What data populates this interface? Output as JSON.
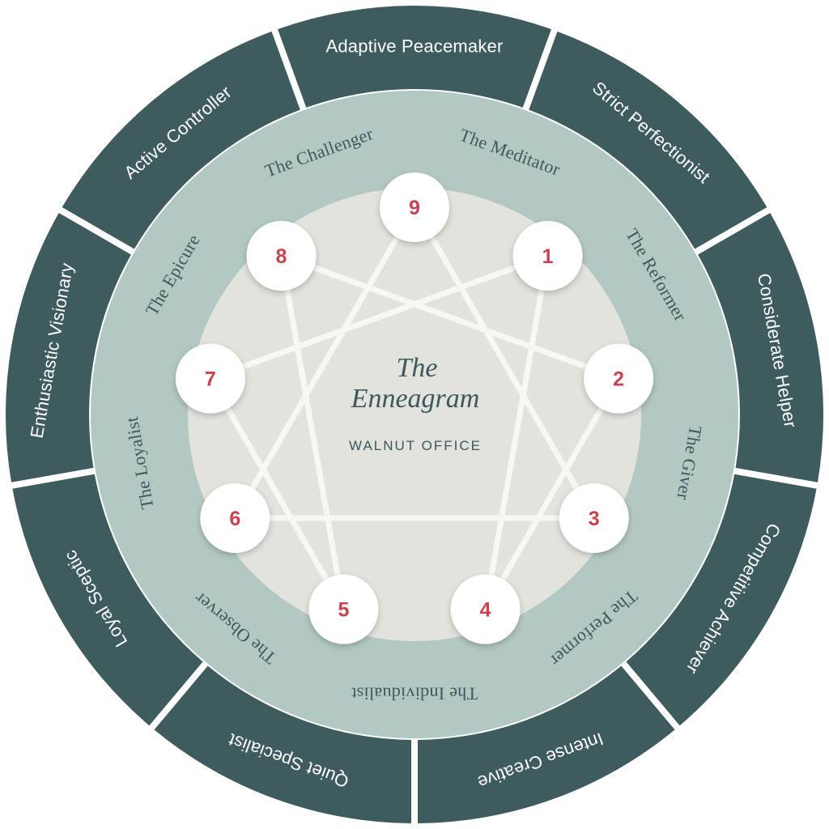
{
  "title_line1": "The",
  "title_line2": "Enneagram",
  "subtitle": "WALNUT OFFICE",
  "colors": {
    "outer_ring": "#3e5b5e",
    "middle_ring": "#b3c8c3",
    "inner_disk": "#e3e3de",
    "lines": "#f7f7f4",
    "number": "#c8434f",
    "inner_text": "#3c585c"
  },
  "types": [
    {
      "number": "9",
      "name": "The Meditator",
      "descriptor": "Adaptive Peacemaker"
    },
    {
      "number": "1",
      "name": "The Reformer",
      "descriptor": "Strict Perfectionist"
    },
    {
      "number": "2",
      "name": "The Giver",
      "descriptor": "Considerate Helper"
    },
    {
      "number": "3",
      "name": "The Performer",
      "descriptor": "Competitive Achiever"
    },
    {
      "number": "4",
      "name": "The Individualist",
      "descriptor": "Intense Creative"
    },
    {
      "number": "5",
      "name": "The Observer",
      "descriptor": "Quiet Specialist"
    },
    {
      "number": "6",
      "name": "The Loyalist",
      "descriptor": "Loyal Sceptic"
    },
    {
      "number": "7",
      "name": "The Epicure",
      "descriptor": "Enthusiastic Visionary"
    },
    {
      "number": "8",
      "name": "The Challenger",
      "descriptor": "Active Controller"
    }
  ],
  "connections": [
    [
      "9",
      "3"
    ],
    [
      "3",
      "6"
    ],
    [
      "6",
      "9"
    ],
    [
      "1",
      "4"
    ],
    [
      "4",
      "2"
    ],
    [
      "2",
      "8"
    ],
    [
      "8",
      "5"
    ],
    [
      "5",
      "7"
    ],
    [
      "7",
      "1"
    ]
  ]
}
